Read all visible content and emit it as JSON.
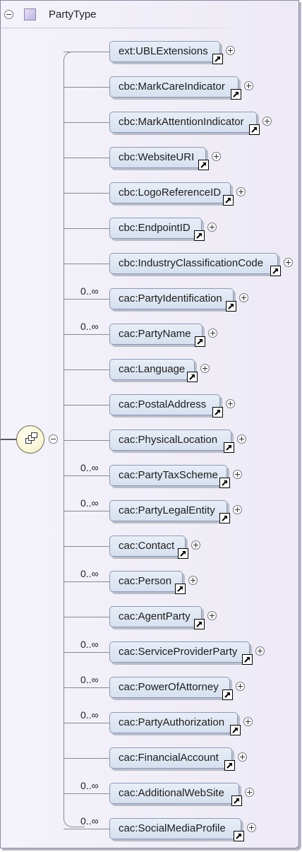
{
  "header": {
    "type_name": "PartyType"
  },
  "elements": [
    {
      "label": "ext:UBLExtensions",
      "cardinality": ""
    },
    {
      "label": "cbc:MarkCareIndicator",
      "cardinality": ""
    },
    {
      "label": "cbc:MarkAttentionIndicator",
      "cardinality": ""
    },
    {
      "label": "cbc:WebsiteURI",
      "cardinality": ""
    },
    {
      "label": "cbc:LogoReferenceID",
      "cardinality": ""
    },
    {
      "label": "cbc:EndpointID",
      "cardinality": ""
    },
    {
      "label": "cbc:IndustryClassificationCode",
      "cardinality": ""
    },
    {
      "label": "cac:PartyIdentification",
      "cardinality": "0..∞"
    },
    {
      "label": "cac:PartyName",
      "cardinality": "0..∞"
    },
    {
      "label": "cac:Language",
      "cardinality": ""
    },
    {
      "label": "cac:PostalAddress",
      "cardinality": ""
    },
    {
      "label": "cac:PhysicalLocation",
      "cardinality": ""
    },
    {
      "label": "cac:PartyTaxScheme",
      "cardinality": "0..∞"
    },
    {
      "label": "cac:PartyLegalEntity",
      "cardinality": "0..∞"
    },
    {
      "label": "cac:Contact",
      "cardinality": ""
    },
    {
      "label": "cac:Person",
      "cardinality": "0..∞"
    },
    {
      "label": "cac:AgentParty",
      "cardinality": ""
    },
    {
      "label": "cac:ServiceProviderParty",
      "cardinality": "0..∞"
    },
    {
      "label": "cac:PowerOfAttorney",
      "cardinality": "0..∞"
    },
    {
      "label": "cac:PartyAuthorization",
      "cardinality": "0..∞"
    },
    {
      "label": "cac:FinancialAccount",
      "cardinality": ""
    },
    {
      "label": "cac:AdditionalWebSite",
      "cardinality": "0..∞"
    },
    {
      "label": "cac:SocialMediaProfile",
      "cardinality": "0..∞"
    }
  ],
  "icons": {
    "collapse": "collapse-icon",
    "expand": "expand-icon",
    "type": "complex-type-icon",
    "sequence": "sequence-compositor-icon",
    "reference": "reference-arrow-icon"
  }
}
